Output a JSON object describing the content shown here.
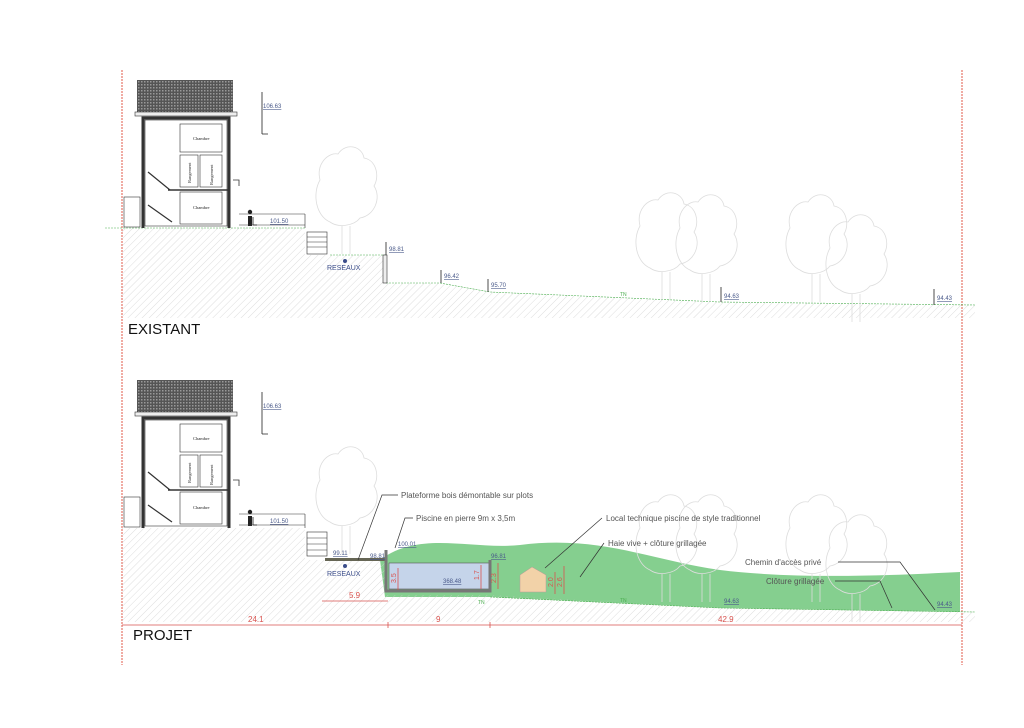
{
  "existant": {
    "title": "EXISTANT",
    "levels": {
      "roof": "106.63",
      "terrace": "101.50",
      "wall": "98.81",
      "l1": "96.42",
      "l2": "95.70",
      "l3": "94.63",
      "l4": "94.43"
    },
    "reseaux": "RESEAUX",
    "tn": "TN",
    "rooms": [
      "Chambre",
      "Rangement",
      "Rangement",
      "Chambre"
    ]
  },
  "projet": {
    "title": "PROJET",
    "levels": {
      "roof": "106.63",
      "terrace": "101.50",
      "deck": "99.11",
      "deck2": "98.81",
      "pool_top": "100.01",
      "pool_right": "96.81",
      "pool_bottom": "368.48",
      "l3": "94.63",
      "l4": "94.43"
    },
    "reseaux": "RESEAUX",
    "tn": "TN",
    "rooms": [
      "Chambre",
      "Rangement",
      "Rangement",
      "Chambre"
    ],
    "annotations": {
      "platform": "Plateforme bois démontable sur plots",
      "pool": "Piscine en pierre 9m x 3,5m",
      "local": "Local technique piscine de style traditionnel",
      "hedge": "Haie vive + clôture grillagée",
      "path": "Chemin d'accès privé",
      "fence": "Clôture grillagée"
    },
    "pool_dims": {
      "depth": "3.5",
      "water": "1.7",
      "right": "2.3",
      "local_h": "2.0",
      "local_h2": "2.6"
    },
    "dimensions": {
      "a": "24.1",
      "b": "9",
      "c": "42.9",
      "deck": "5.9"
    }
  },
  "colors": {
    "property_line": "#e05a4a",
    "vegetation": "#5cbf6a",
    "water": "#c5d4ea",
    "local": "#f2d2a8"
  }
}
